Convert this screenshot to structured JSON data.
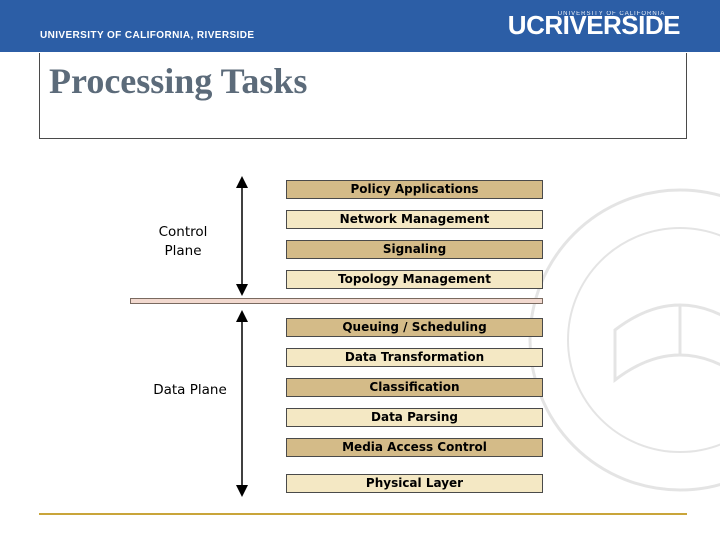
{
  "header": {
    "university": "UNIVERSITY OF CALIFORNIA, RIVERSIDE",
    "logo": "UCRIVERSIDE",
    "logo_sub": "UNIVERSITY OF CALIFORNIA"
  },
  "slide": {
    "title": "Processing Tasks"
  },
  "control_plane": {
    "label": "Control Plane",
    "tasks": [
      "Policy Applications",
      "Network Management",
      "Signaling",
      "Topology Management"
    ]
  },
  "data_plane": {
    "label": "Data Plane",
    "tasks": [
      "Queuing / Scheduling",
      "Data Transformation",
      "Classification",
      "Data Parsing",
      "Media Access Control",
      "Physical Layer"
    ]
  },
  "colors": {
    "header_bg": "#2c5ea6",
    "task_dark": "#d4bb88",
    "task_light": "#f4e8c4",
    "divider": "#f2d9cf",
    "title_text": "#5c6b7a",
    "footer_rule": "#c9a53a"
  }
}
